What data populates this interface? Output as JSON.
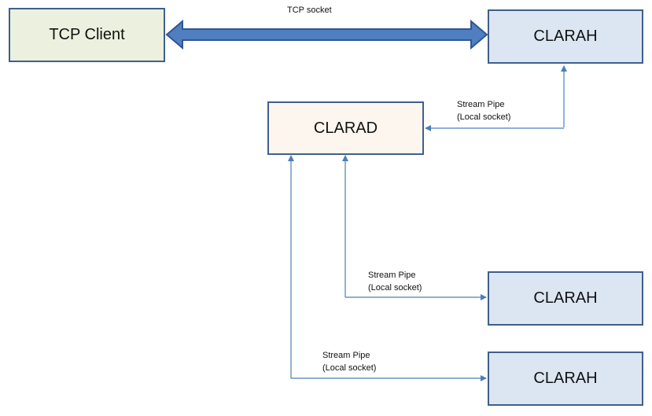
{
  "nodes": {
    "tcp_client": {
      "label": "TCP Client"
    },
    "clarah_top": {
      "label": "CLARAH"
    },
    "clarad": {
      "label": "CLARAD"
    },
    "clarah_mid": {
      "label": "CLARAH"
    },
    "clarah_bottom": {
      "label": "CLARAH"
    }
  },
  "edges": {
    "tcp_socket": {
      "label": "TCP socket"
    },
    "pipe_top": {
      "line1": "Stream Pipe",
      "line2": "(Local socket)"
    },
    "pipe_mid": {
      "line1": "Stream Pipe",
      "line2": "(Local socket)"
    },
    "pipe_bottom": {
      "line1": "Stream Pipe",
      "line2": "(Local socket)"
    }
  },
  "colors": {
    "box_border": "#3f5f8c",
    "tcp_client_fill": "#ebf1de",
    "clarah_fill": "#dce6f2",
    "clarad_fill": "#fdf6ee",
    "thick_arrow": "#4f7fbf",
    "thin_arrow": "#4a7ebb"
  }
}
